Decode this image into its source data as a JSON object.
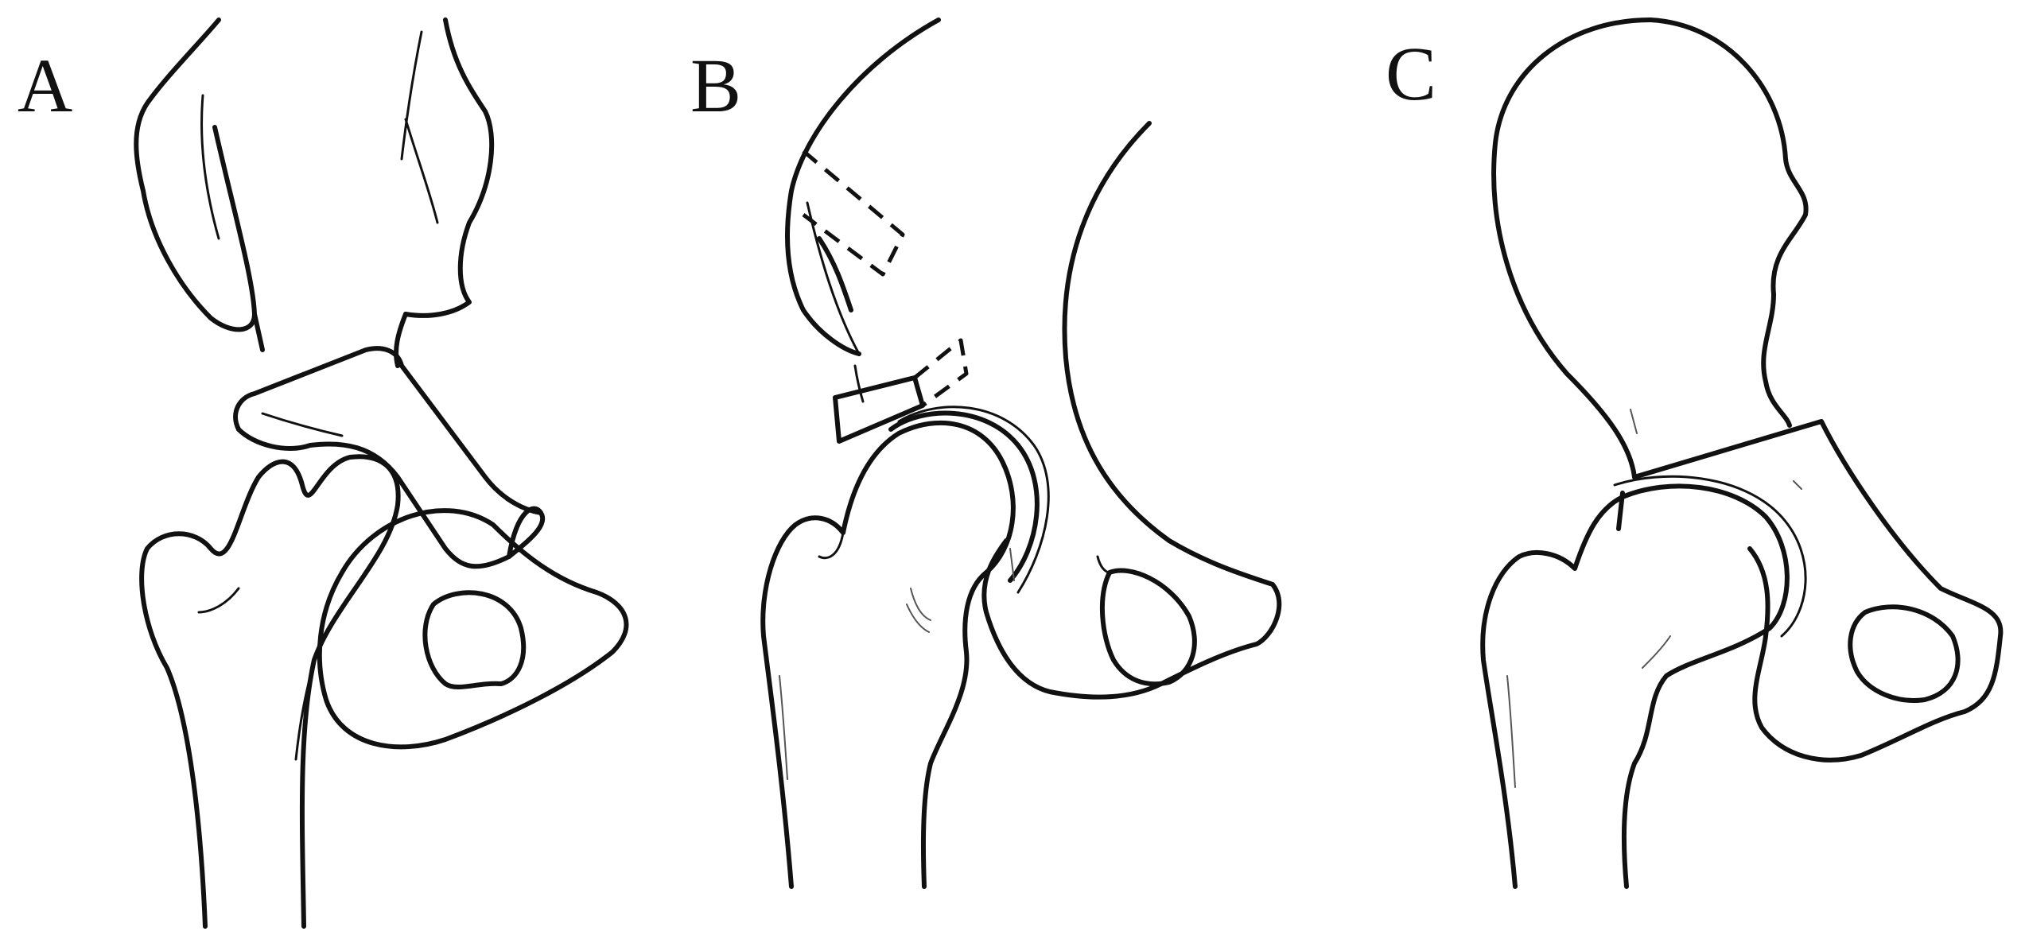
{
  "figure": {
    "colors": {
      "ink": "#111111",
      "background": "#ffffff"
    },
    "panels": [
      {
        "id": "A",
        "label": "A"
      },
      {
        "id": "B",
        "label": "B"
      },
      {
        "id": "C",
        "label": "C"
      }
    ]
  }
}
